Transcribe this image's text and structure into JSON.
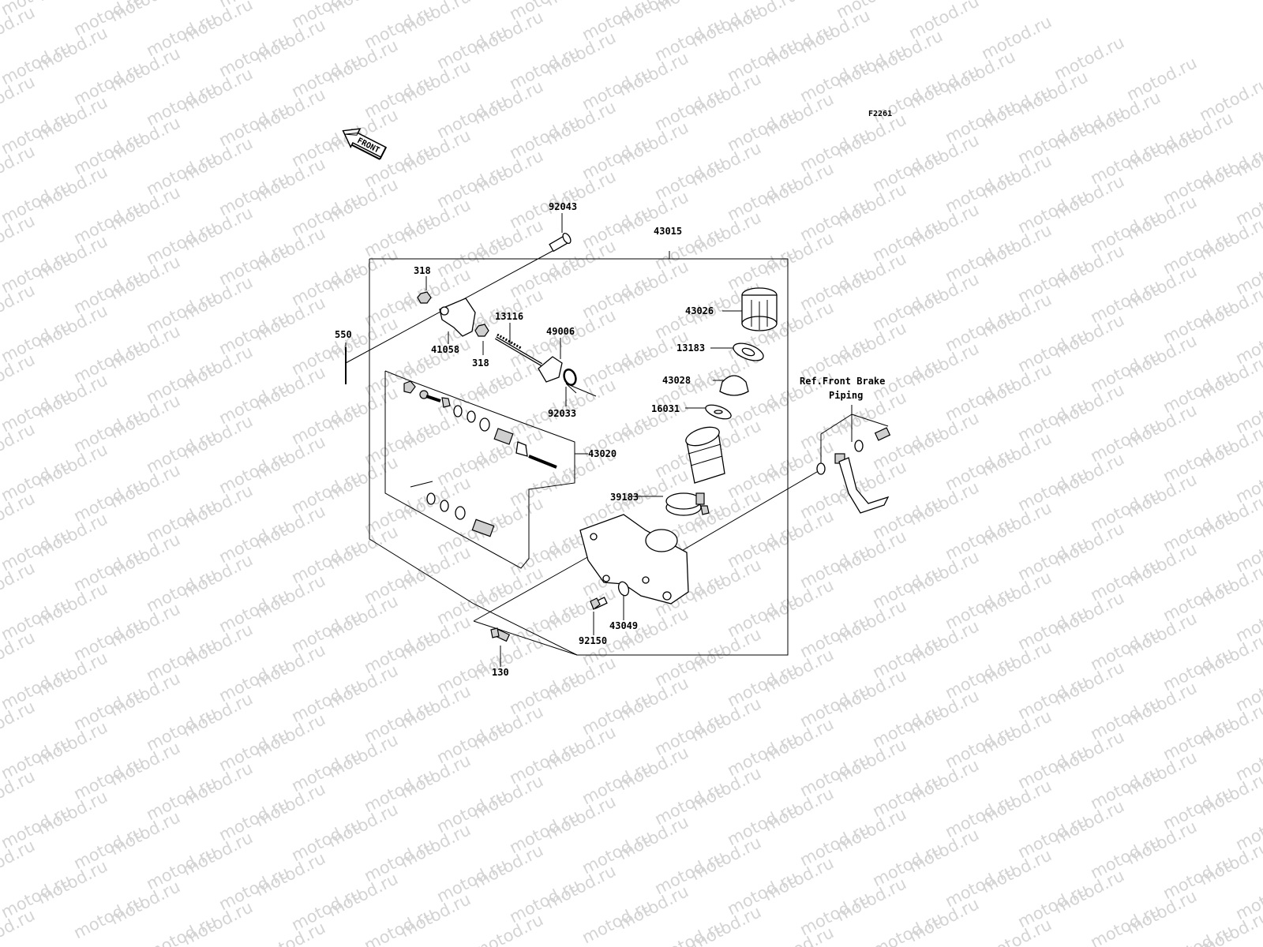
{
  "watermark": {
    "text": "motod.ru"
  },
  "diagram_code": "F2261",
  "front_arrow": {
    "label": "FRONT"
  },
  "ref_note": {
    "line1": "Ref.Front Brake",
    "line2": "Piping"
  },
  "parts": [
    {
      "num": "92043"
    },
    {
      "num": "43015"
    },
    {
      "num": "318"
    },
    {
      "num": "43026"
    },
    {
      "num": "550"
    },
    {
      "num": "13116"
    },
    {
      "num": "49006"
    },
    {
      "num": "13183"
    },
    {
      "num": "41058"
    },
    {
      "num": "318"
    },
    {
      "num": "43028"
    },
    {
      "num": "92033"
    },
    {
      "num": "16031"
    },
    {
      "num": "43020"
    },
    {
      "num": "39183"
    },
    {
      "num": "43049"
    },
    {
      "num": "92150"
    },
    {
      "num": "130"
    }
  ]
}
